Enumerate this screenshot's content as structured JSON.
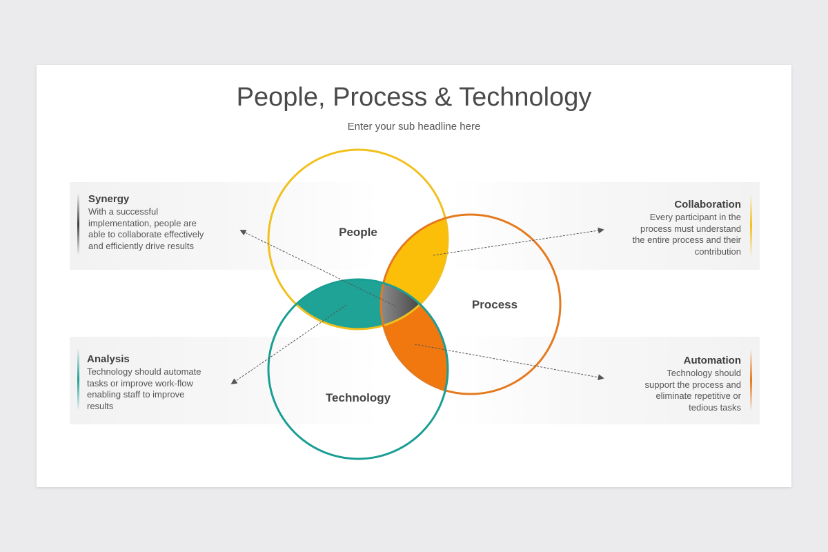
{
  "title": "People, Process & Technology",
  "subtitle": "Enter your sub headline here",
  "colors": {
    "people": "#f2c01c",
    "process": "#e5791d",
    "technology": "#1a9e94",
    "people_process_overlap": "#fbbf0a",
    "people_technology_overlap": "#1ea396",
    "process_technology_overlap": "#f0780f",
    "center_overlap": "#555555"
  },
  "circles": {
    "people": "People",
    "process": "Process",
    "technology": "Technology"
  },
  "cards": {
    "synergy": {
      "heading": "Synergy",
      "text": "With a successful implementation, people are able to collaborate effectively and efficiently drive results"
    },
    "collaboration": {
      "heading": "Collaboration",
      "text": "Every participant in the process must understand the entire process and their contribution"
    },
    "analysis": {
      "heading": "Analysis",
      "text": "Technology should automate tasks or improve work-flow enabling staff to improve results"
    },
    "automation": {
      "heading": "Automation",
      "text": "Technology should support the process and eliminate repetitive or tedious tasks"
    }
  }
}
